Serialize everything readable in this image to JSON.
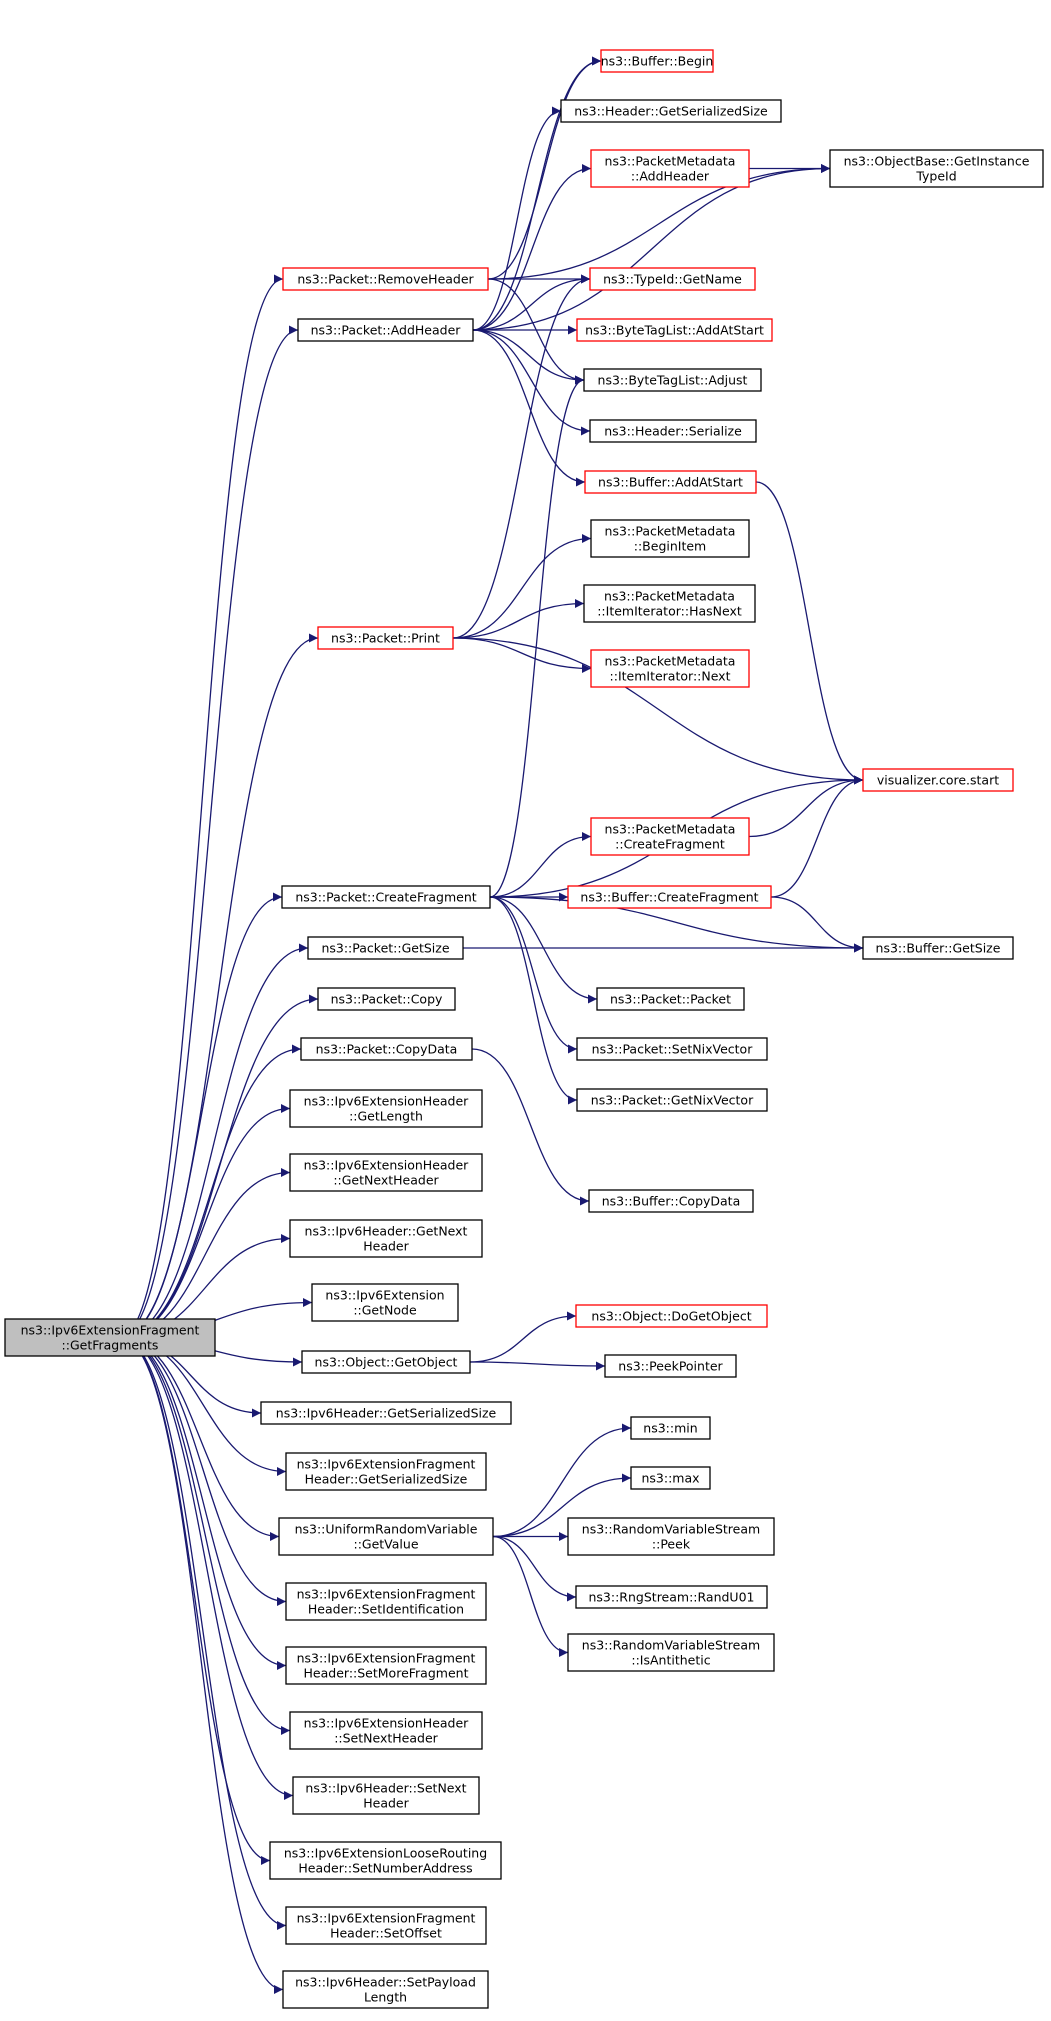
{
  "colors": {
    "edge": "#191970",
    "node_border": "#000000",
    "node_border_incomplete": "#ff0000",
    "root_fill": "#bfbfbf",
    "node_fill": "#ffffff"
  },
  "root": {
    "id": "root",
    "lines": [
      "ns3::Ipv6ExtensionFragment",
      "::GetFragments"
    ]
  },
  "nodes": [
    {
      "id": "removeHeader",
      "lines": [
        "ns3::Packet::RemoveHeader"
      ],
      "incomplete": true
    },
    {
      "id": "addHeader",
      "lines": [
        "ns3::Packet::AddHeader"
      ],
      "incomplete": false
    },
    {
      "id": "print",
      "lines": [
        "ns3::Packet::Print"
      ],
      "incomplete": true
    },
    {
      "id": "createFragment",
      "lines": [
        "ns3::Packet::CreateFragment"
      ],
      "incomplete": false
    },
    {
      "id": "pktGetSize",
      "lines": [
        "ns3::Packet::GetSize"
      ],
      "incomplete": false
    },
    {
      "id": "pktCopy",
      "lines": [
        "ns3::Packet::Copy"
      ],
      "incomplete": false
    },
    {
      "id": "pktCopyData",
      "lines": [
        "ns3::Packet::CopyData"
      ],
      "incomplete": false
    },
    {
      "id": "extHdrGetLength",
      "lines": [
        "ns3::Ipv6ExtensionHeader",
        "::GetLength"
      ],
      "incomplete": false
    },
    {
      "id": "extHdrGetNextHeader",
      "lines": [
        "ns3::Ipv6ExtensionHeader",
        "::GetNextHeader"
      ],
      "incomplete": false
    },
    {
      "id": "ipv6HdrGetNextHeader",
      "lines": [
        "ns3::Ipv6Header::GetNext",
        "Header"
      ],
      "incomplete": false
    },
    {
      "id": "extGetNode",
      "lines": [
        "ns3::Ipv6Extension",
        "::GetNode"
      ],
      "incomplete": false
    },
    {
      "id": "objGetObject",
      "lines": [
        "ns3::Object::GetObject"
      ],
      "incomplete": false
    },
    {
      "id": "ipv6HdrGetSerializedSize",
      "lines": [
        "ns3::Ipv6Header::GetSerializedSize"
      ],
      "incomplete": false
    },
    {
      "id": "fragHdrGetSerializedSize",
      "lines": [
        "ns3::Ipv6ExtensionFragment",
        "Header::GetSerializedSize"
      ],
      "incomplete": false
    },
    {
      "id": "uniformGetValue",
      "lines": [
        "ns3::UniformRandomVariable",
        "::GetValue"
      ],
      "incomplete": false
    },
    {
      "id": "fragHdrSetIdentification",
      "lines": [
        "ns3::Ipv6ExtensionFragment",
        "Header::SetIdentification"
      ],
      "incomplete": false
    },
    {
      "id": "fragHdrSetMoreFragment",
      "lines": [
        "ns3::Ipv6ExtensionFragment",
        "Header::SetMoreFragment"
      ],
      "incomplete": false
    },
    {
      "id": "extHdrSetNextHeader",
      "lines": [
        "ns3::Ipv6ExtensionHeader",
        "::SetNextHeader"
      ],
      "incomplete": false
    },
    {
      "id": "ipv6HdrSetNextHeader",
      "lines": [
        "ns3::Ipv6Header::SetNext",
        "Header"
      ],
      "incomplete": false
    },
    {
      "id": "looseRoutingSetNumberAddress",
      "lines": [
        "ns3::Ipv6ExtensionLooseRouting",
        "Header::SetNumberAddress"
      ],
      "incomplete": false
    },
    {
      "id": "fragHdrSetOffset",
      "lines": [
        "ns3::Ipv6ExtensionFragment",
        "Header::SetOffset"
      ],
      "incomplete": false
    },
    {
      "id": "ipv6HdrSetPayloadLength",
      "lines": [
        "ns3::Ipv6Header::SetPayload",
        "Length"
      ],
      "incomplete": false
    },
    {
      "id": "bufferBegin",
      "lines": [
        "ns3::Buffer::Begin"
      ],
      "incomplete": true
    },
    {
      "id": "headerGetSerializedSize",
      "lines": [
        "ns3::Header::GetSerializedSize"
      ],
      "incomplete": false
    },
    {
      "id": "pmAddHeader",
      "lines": [
        "ns3::PacketMetadata",
        "::AddHeader"
      ],
      "incomplete": true
    },
    {
      "id": "objBaseGetInstanceTypeId",
      "lines": [
        "ns3::ObjectBase::GetInstance",
        "TypeId"
      ],
      "incomplete": false
    },
    {
      "id": "typeIdGetName",
      "lines": [
        "ns3::TypeId::GetName"
      ],
      "incomplete": true
    },
    {
      "id": "byteTagListAddAtStart",
      "lines": [
        "ns3::ByteTagList::AddAtStart"
      ],
      "incomplete": true
    },
    {
      "id": "byteTagListAdjust",
      "lines": [
        "ns3::ByteTagList::Adjust"
      ],
      "incomplete": false
    },
    {
      "id": "headerSerialize",
      "lines": [
        "ns3::Header::Serialize"
      ],
      "incomplete": false
    },
    {
      "id": "bufferAddAtStart",
      "lines": [
        "ns3::Buffer::AddAtStart"
      ],
      "incomplete": true
    },
    {
      "id": "pmBeginItem",
      "lines": [
        "ns3::PacketMetadata",
        "::BeginItem"
      ],
      "incomplete": false
    },
    {
      "id": "pmItemIteratorHasNext",
      "lines": [
        "ns3::PacketMetadata",
        "::ItemIterator::HasNext"
      ],
      "incomplete": false
    },
    {
      "id": "pmItemIteratorNext",
      "lines": [
        "ns3::PacketMetadata",
        "::ItemIterator::Next"
      ],
      "incomplete": true
    },
    {
      "id": "visualizerCoreStart",
      "lines": [
        "visualizer.core.start"
      ],
      "incomplete": true
    },
    {
      "id": "pmCreateFragment",
      "lines": [
        "ns3::PacketMetadata",
        "::CreateFragment"
      ],
      "incomplete": true
    },
    {
      "id": "bufferCreateFragment",
      "lines": [
        "ns3::Buffer::CreateFragment"
      ],
      "incomplete": true
    },
    {
      "id": "bufferGetSize",
      "lines": [
        "ns3::Buffer::GetSize"
      ],
      "incomplete": false
    },
    {
      "id": "pktPacket",
      "lines": [
        "ns3::Packet::Packet"
      ],
      "incomplete": false
    },
    {
      "id": "pktSetNixVector",
      "lines": [
        "ns3::Packet::SetNixVector"
      ],
      "incomplete": false
    },
    {
      "id": "pktGetNixVector",
      "lines": [
        "ns3::Packet::GetNixVector"
      ],
      "incomplete": false
    },
    {
      "id": "bufferCopyData",
      "lines": [
        "ns3::Buffer::CopyData"
      ],
      "incomplete": false
    },
    {
      "id": "objDoGetObject",
      "lines": [
        "ns3::Object::DoGetObject"
      ],
      "incomplete": true
    },
    {
      "id": "peekPointer",
      "lines": [
        "ns3::PeekPointer"
      ],
      "incomplete": false
    },
    {
      "id": "min",
      "lines": [
        "ns3::min"
      ],
      "incomplete": false
    },
    {
      "id": "max",
      "lines": [
        "ns3::max"
      ],
      "incomplete": false
    },
    {
      "id": "rvsPeek",
      "lines": [
        "ns3::RandomVariableStream",
        "::Peek"
      ],
      "incomplete": false
    },
    {
      "id": "rngStreamRandU01",
      "lines": [
        "ns3::RngStream::RandU01"
      ],
      "incomplete": false
    },
    {
      "id": "rvsIsAntithetic",
      "lines": [
        "ns3::RandomVariableStream",
        "::IsAntithetic"
      ],
      "incomplete": false
    }
  ],
  "edges": [
    [
      "root",
      "removeHeader"
    ],
    [
      "root",
      "addHeader"
    ],
    [
      "root",
      "print"
    ],
    [
      "root",
      "createFragment"
    ],
    [
      "root",
      "pktGetSize"
    ],
    [
      "root",
      "pktCopy"
    ],
    [
      "root",
      "pktCopyData"
    ],
    [
      "root",
      "extHdrGetLength"
    ],
    [
      "root",
      "extHdrGetNextHeader"
    ],
    [
      "root",
      "ipv6HdrGetNextHeader"
    ],
    [
      "root",
      "extGetNode"
    ],
    [
      "root",
      "objGetObject"
    ],
    [
      "root",
      "ipv6HdrGetSerializedSize"
    ],
    [
      "root",
      "fragHdrGetSerializedSize"
    ],
    [
      "root",
      "uniformGetValue"
    ],
    [
      "root",
      "fragHdrSetIdentification"
    ],
    [
      "root",
      "fragHdrSetMoreFragment"
    ],
    [
      "root",
      "extHdrSetNextHeader"
    ],
    [
      "root",
      "ipv6HdrSetNextHeader"
    ],
    [
      "root",
      "looseRoutingSetNumberAddress"
    ],
    [
      "root",
      "fragHdrSetOffset"
    ],
    [
      "root",
      "ipv6HdrSetPayloadLength"
    ],
    [
      "removeHeader",
      "bufferBegin"
    ],
    [
      "removeHeader",
      "objBaseGetInstanceTypeId"
    ],
    [
      "removeHeader",
      "typeIdGetName"
    ],
    [
      "removeHeader",
      "byteTagListAdjust"
    ],
    [
      "addHeader",
      "bufferBegin"
    ],
    [
      "addHeader",
      "headerGetSerializedSize"
    ],
    [
      "addHeader",
      "pmAddHeader"
    ],
    [
      "addHeader",
      "objBaseGetInstanceTypeId"
    ],
    [
      "addHeader",
      "typeIdGetName"
    ],
    [
      "addHeader",
      "byteTagListAddAtStart"
    ],
    [
      "addHeader",
      "byteTagListAdjust"
    ],
    [
      "addHeader",
      "headerSerialize"
    ],
    [
      "addHeader",
      "bufferAddAtStart"
    ],
    [
      "pmAddHeader",
      "objBaseGetInstanceTypeId"
    ],
    [
      "bufferAddAtStart",
      "visualizerCoreStart"
    ],
    [
      "print",
      "typeIdGetName"
    ],
    [
      "print",
      "pmBeginItem"
    ],
    [
      "print",
      "pmItemIteratorHasNext"
    ],
    [
      "print",
      "pmItemIteratorNext"
    ],
    [
      "print",
      "visualizerCoreStart"
    ],
    [
      "createFragment",
      "byteTagListAdjust"
    ],
    [
      "createFragment",
      "visualizerCoreStart"
    ],
    [
      "createFragment",
      "pmCreateFragment"
    ],
    [
      "createFragment",
      "bufferCreateFragment"
    ],
    [
      "createFragment",
      "bufferGetSize"
    ],
    [
      "createFragment",
      "pktPacket"
    ],
    [
      "createFragment",
      "pktSetNixVector"
    ],
    [
      "createFragment",
      "pktGetNixVector"
    ],
    [
      "pmCreateFragment",
      "visualizerCoreStart"
    ],
    [
      "bufferCreateFragment",
      "visualizerCoreStart"
    ],
    [
      "bufferCreateFragment",
      "bufferGetSize"
    ],
    [
      "pktGetSize",
      "bufferGetSize"
    ],
    [
      "pktCopyData",
      "bufferCopyData"
    ],
    [
      "objGetObject",
      "objDoGetObject"
    ],
    [
      "objGetObject",
      "peekPointer"
    ],
    [
      "uniformGetValue",
      "min"
    ],
    [
      "uniformGetValue",
      "max"
    ],
    [
      "uniformGetValue",
      "rvsPeek"
    ],
    [
      "uniformGetValue",
      "rngStreamRandU01"
    ],
    [
      "uniformGetValue",
      "rvsIsAntithetic"
    ]
  ]
}
